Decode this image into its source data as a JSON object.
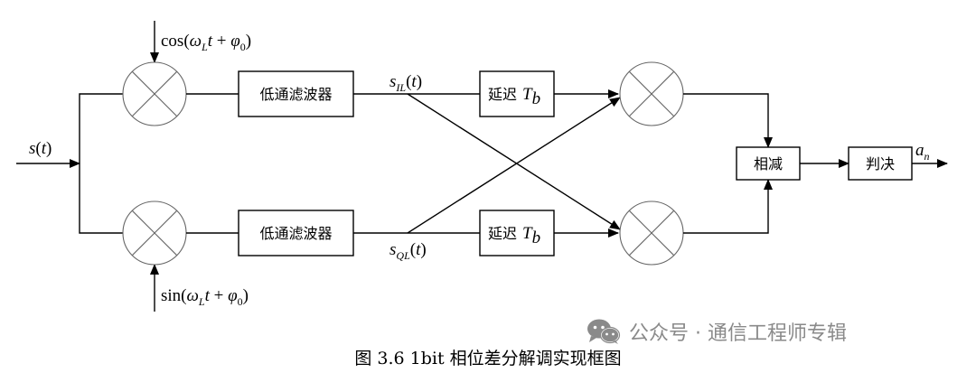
{
  "labels": {
    "input": "s(t)",
    "cos_carrier": "cos(ω_L t + φ_0)",
    "sin_carrier": "sin(ω_L t + φ_0)",
    "s_il": "s_IL(t)",
    "s_ql": "s_QL(t)",
    "output": "a_n"
  },
  "blocks": {
    "lpf_top": "低通滤波器",
    "lpf_bottom": "低通滤波器",
    "delay_text": "延迟",
    "subtract": "相减",
    "decision": "判决"
  },
  "watermark": {
    "text": "公众号 · 通信工程师专辑",
    "icon": "wechat-icon"
  },
  "caption": "图 3.6 1bit 相位差分解调实现框图"
}
